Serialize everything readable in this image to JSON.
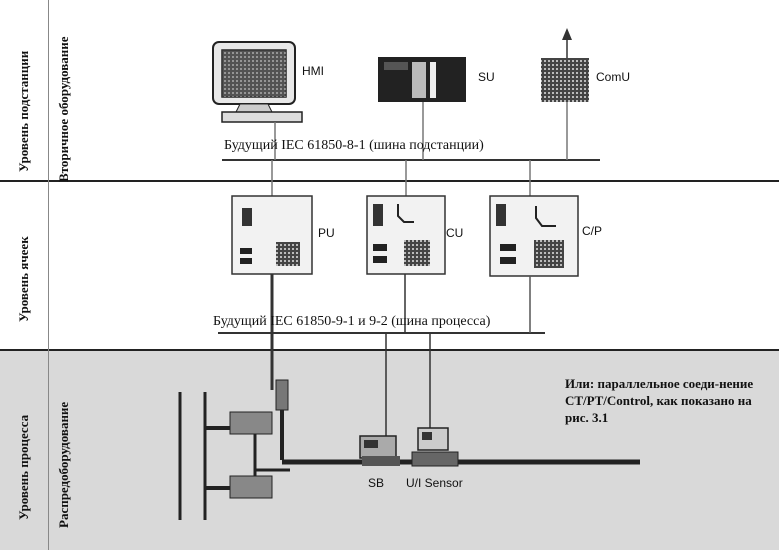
{
  "levels": {
    "station": "Уровень подстанции",
    "bay": "Уровень ячеек",
    "process": "Уровень процесса"
  },
  "equipment": {
    "secondary": "Вторичное оборудование",
    "primary": "Распредоборудование"
  },
  "buses": {
    "station_bus": "Будущий IEC 61850-8-1 (шина подстанции)",
    "process_bus": "Будущий IEC 61850-9-1 и 9-2 (шина процесса)"
  },
  "devices": {
    "hmi": "HMI",
    "su": "SU",
    "comu": "ComU",
    "pu": "PU",
    "cu": "CU",
    "cp": "C/P",
    "sb": "SB",
    "sensor": "U/I Sensor"
  },
  "note": "Или: параллельное соеди-нение CT/PT/Control, как показано на рис. 3.1"
}
